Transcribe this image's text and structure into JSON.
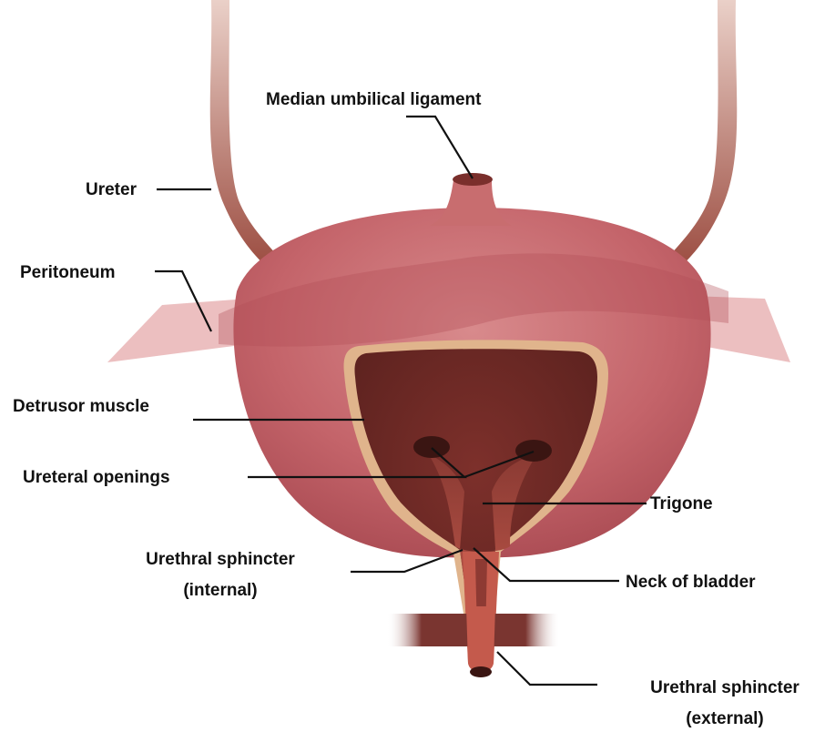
{
  "labels": {
    "median": "Median umbilical ligament",
    "ureter": "Ureter",
    "peritoneum": "Peritoneum",
    "detrusor": "Detrusor muscle",
    "openings": "Ureteral openings",
    "trigone": "Trigone",
    "internal_1": "Urethral sphincter",
    "internal_2": "(internal)",
    "neck": "Neck of bladder",
    "external_1": "Urethral sphincter",
    "external_2": "(external)"
  },
  "colors": {
    "bladder_outer": "#c8656a",
    "bladder_inner": "#6e2a26",
    "trigone": "#b1463f",
    "ureter": "#b07064",
    "wall_edge": "#d9b08a",
    "leader_line": "#111111"
  }
}
